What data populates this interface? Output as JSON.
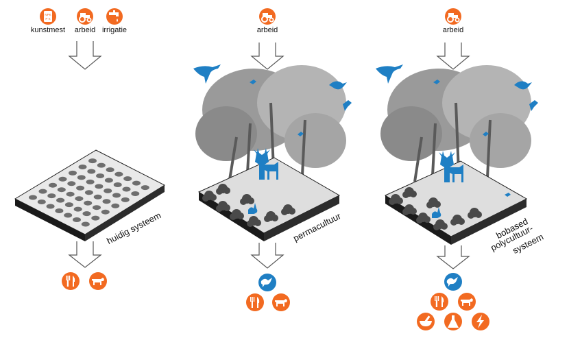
{
  "colors": {
    "orange": "#f26a21",
    "blue": "#1f7fc4",
    "grey_dark": "#3a3a3a",
    "grey_mid": "#7d7d7d",
    "grey_light": "#b8b8b8",
    "block_top": "#e9e9e9",
    "block_side": "#1a1a1a"
  },
  "columns": [
    {
      "id": "current",
      "inputs": [
        {
          "label": "kunstmest",
          "icon": "fertilizer-bag-icon"
        },
        {
          "label": "arbeid",
          "icon": "tractor-icon"
        },
        {
          "label": "irrigatie",
          "icon": "water-tap-icon"
        }
      ],
      "system_label": "huidig systeem",
      "outputs": [
        {
          "icon": "fork-knife-icon",
          "color": "orange"
        },
        {
          "icon": "cow-icon",
          "color": "orange"
        }
      ]
    },
    {
      "id": "permaculture",
      "inputs": [
        {
          "label": "arbeid",
          "icon": "tractor-icon"
        }
      ],
      "system_label": "permacultuur",
      "outputs": [
        {
          "icon": "bird-icon",
          "color": "blue"
        },
        {
          "icon": "fork-knife-icon",
          "color": "orange"
        },
        {
          "icon": "cow-icon",
          "color": "orange"
        }
      ]
    },
    {
      "id": "biobased",
      "inputs": [
        {
          "label": "arbeid",
          "icon": "tractor-icon"
        }
      ],
      "system_label_lines": [
        "bobased",
        "polycultuur-",
        "systeem"
      ],
      "outputs": [
        {
          "icon": "bird-icon",
          "color": "blue"
        },
        {
          "icon": "fork-knife-icon",
          "color": "orange"
        },
        {
          "icon": "cow-icon",
          "color": "orange"
        },
        {
          "icon": "mortar-bowl-icon",
          "color": "orange"
        },
        {
          "icon": "flask-icon",
          "color": "orange"
        },
        {
          "icon": "lightning-icon",
          "color": "orange"
        }
      ]
    }
  ]
}
